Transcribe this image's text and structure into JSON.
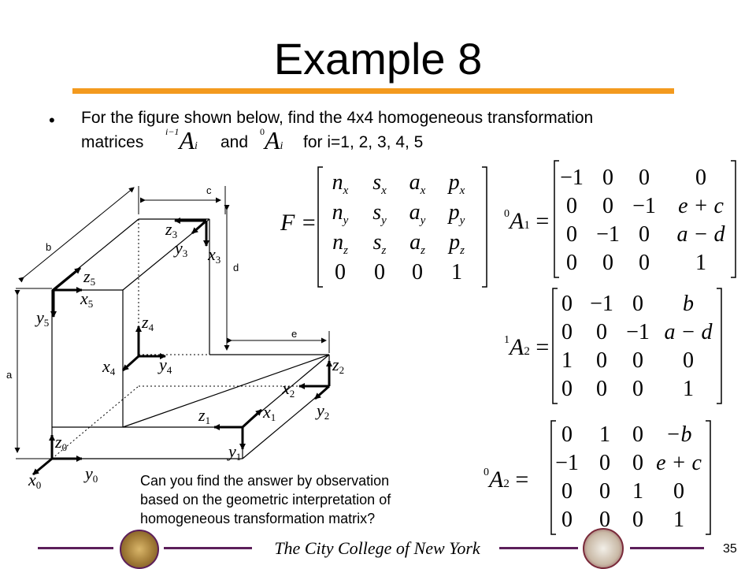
{
  "slide": {
    "title": "Example 8",
    "bullet": {
      "line1": "For the figure shown below, find the 4x4 homogeneous transformation",
      "word_matrices": "matrices",
      "word_and": "and",
      "word_for": "for i=1, 2, 3, 4, 5",
      "math_left_super": "i−1",
      "math_right_super": "0",
      "math_A": "A",
      "math_sub": "i"
    },
    "note": {
      "line1": "Can you find the answer by observation",
      "line2": "based on the geometric interpretation of",
      "line3": "homogeneous  transformation matrix?"
    },
    "footer": {
      "institution": "The City College of New York",
      "page_number": "35"
    }
  },
  "figure": {
    "dimensions": {
      "a": "a",
      "b": "b",
      "c": "c",
      "d": "d",
      "e": "e"
    },
    "frames": [
      {
        "z": "z",
        "x": "x",
        "y": "y",
        "index": "0"
      },
      {
        "z": "z",
        "x": "x",
        "y": "y",
        "index": "1"
      },
      {
        "z": "z",
        "x": "x",
        "y": "y",
        "index": "2"
      },
      {
        "z": "z",
        "x": "x",
        "y": "y",
        "index": "3"
      },
      {
        "z": "z",
        "x": "x",
        "y": "y",
        "index": "4"
      },
      {
        "z": "z",
        "x": "x",
        "y": "y",
        "index": "5"
      }
    ]
  },
  "matrices": {
    "F": {
      "name": "F",
      "rows": [
        [
          {
            "v": "n",
            "s": "x"
          },
          {
            "v": "s",
            "s": "x"
          },
          {
            "v": "a",
            "s": "x"
          },
          {
            "v": "p",
            "s": "x"
          }
        ],
        [
          {
            "v": "n",
            "s": "y"
          },
          {
            "v": "s",
            "s": "y"
          },
          {
            "v": "a",
            "s": "y"
          },
          {
            "v": "p",
            "s": "y"
          }
        ],
        [
          {
            "v": "n",
            "s": "z"
          },
          {
            "v": "s",
            "s": "z"
          },
          {
            "v": "a",
            "s": "z"
          },
          {
            "v": "p",
            "s": "z"
          }
        ],
        [
          {
            "v": "0",
            "s": ""
          },
          {
            "v": "0",
            "s": ""
          },
          {
            "v": "0",
            "s": ""
          },
          {
            "v": "1",
            "s": ""
          }
        ]
      ]
    },
    "list": [
      {
        "pre": "0",
        "name": "A",
        "sub": "1",
        "rows": [
          [
            "−1",
            "0",
            "0",
            "0"
          ],
          [
            "0",
            "0",
            "−1",
            "e + c"
          ],
          [
            "0",
            "−1",
            "0",
            "a − d"
          ],
          [
            "0",
            "0",
            "0",
            "1"
          ]
        ]
      },
      {
        "pre": "1",
        "name": "A",
        "sub": "2",
        "rows": [
          [
            "0",
            "−1",
            "0",
            "b"
          ],
          [
            "0",
            "0",
            "−1",
            "a − d"
          ],
          [
            "1",
            "0",
            "0",
            "0"
          ],
          [
            "0",
            "0",
            "0",
            "1"
          ]
        ]
      },
      {
        "pre": "0",
        "name": "A",
        "sub": "2",
        "rows": [
          [
            "0",
            "1",
            "0",
            "−b"
          ],
          [
            "−1",
            "0",
            "0",
            "e + c"
          ],
          [
            "0",
            "0",
            "1",
            "0"
          ],
          [
            "0",
            "0",
            "0",
            "1"
          ]
        ]
      }
    ]
  },
  "colors": {
    "accent_rule": "#f39a1e",
    "footer_rule": "#5c1f5a",
    "seal": "#8a6a2e"
  }
}
